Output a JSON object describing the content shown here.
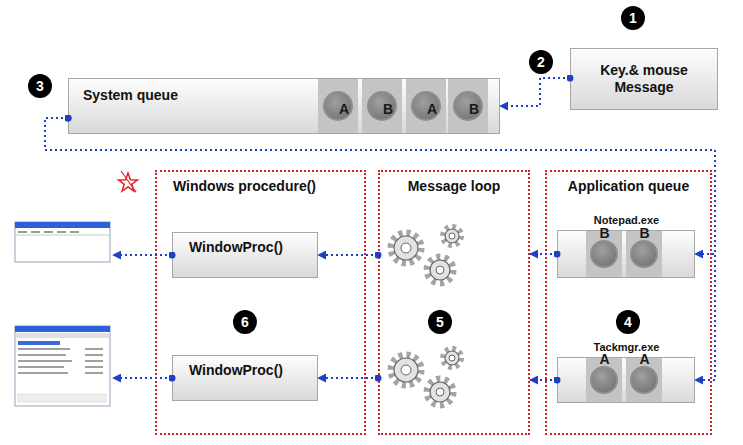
{
  "diagram": {
    "nodes": [
      {
        "text": [
          "Key.& mouse Message"
        ]
      },
      {
        "text": [
          "System queue"
        ]
      },
      {
        "text": [
          "A"
        ],
        "in": 1
      },
      {
        "text": [
          "B"
        ],
        "in": 1
      },
      {
        "text": [
          "A"
        ],
        "in": 1
      },
      {
        "text": [
          "B"
        ],
        "in": 1
      },
      {
        "text": [
          "Windows procedure()"
        ]
      },
      {
        "text": [
          "WindowProc()"
        ],
        "in": 6
      },
      {
        "text": [
          "WindowProc()"
        ],
        "in": 6
      },
      {
        "text": [
          "Message loop"
        ]
      },
      {
        "text": [
          "Application queue"
        ]
      },
      {
        "text": [
          "Notepad.exe"
        ],
        "in": 10
      },
      {
        "text": [
          "B"
        ],
        "in": 11
      },
      {
        "text": [
          "B"
        ],
        "in": 11
      },
      {
        "text": [
          "Tackmgr.exe"
        ],
        "in": 10
      },
      {
        "text": [
          "A"
        ],
        "in": 14
      },
      {
        "text": [
          "A"
        ],
        "in": 14
      }
    ],
    "edges": [
      {
        "from": 0,
        "to": 1,
        "arrow": "to"
      },
      {
        "from": 1,
        "to": 11,
        "arrow": "to"
      },
      {
        "from": 1,
        "to": 14,
        "arrow": "to"
      },
      {
        "from": 11,
        "to": 9,
        "arrow": "to"
      },
      {
        "from": 14,
        "to": 9,
        "arrow": "to"
      },
      {
        "from": 9,
        "to": 7,
        "arrow": "to"
      },
      {
        "from": 9,
        "to": 8,
        "arrow": "to"
      }
    ],
    "labels": [
      "1",
      "2",
      "3",
      "4",
      "5",
      "6"
    ]
  }
}
